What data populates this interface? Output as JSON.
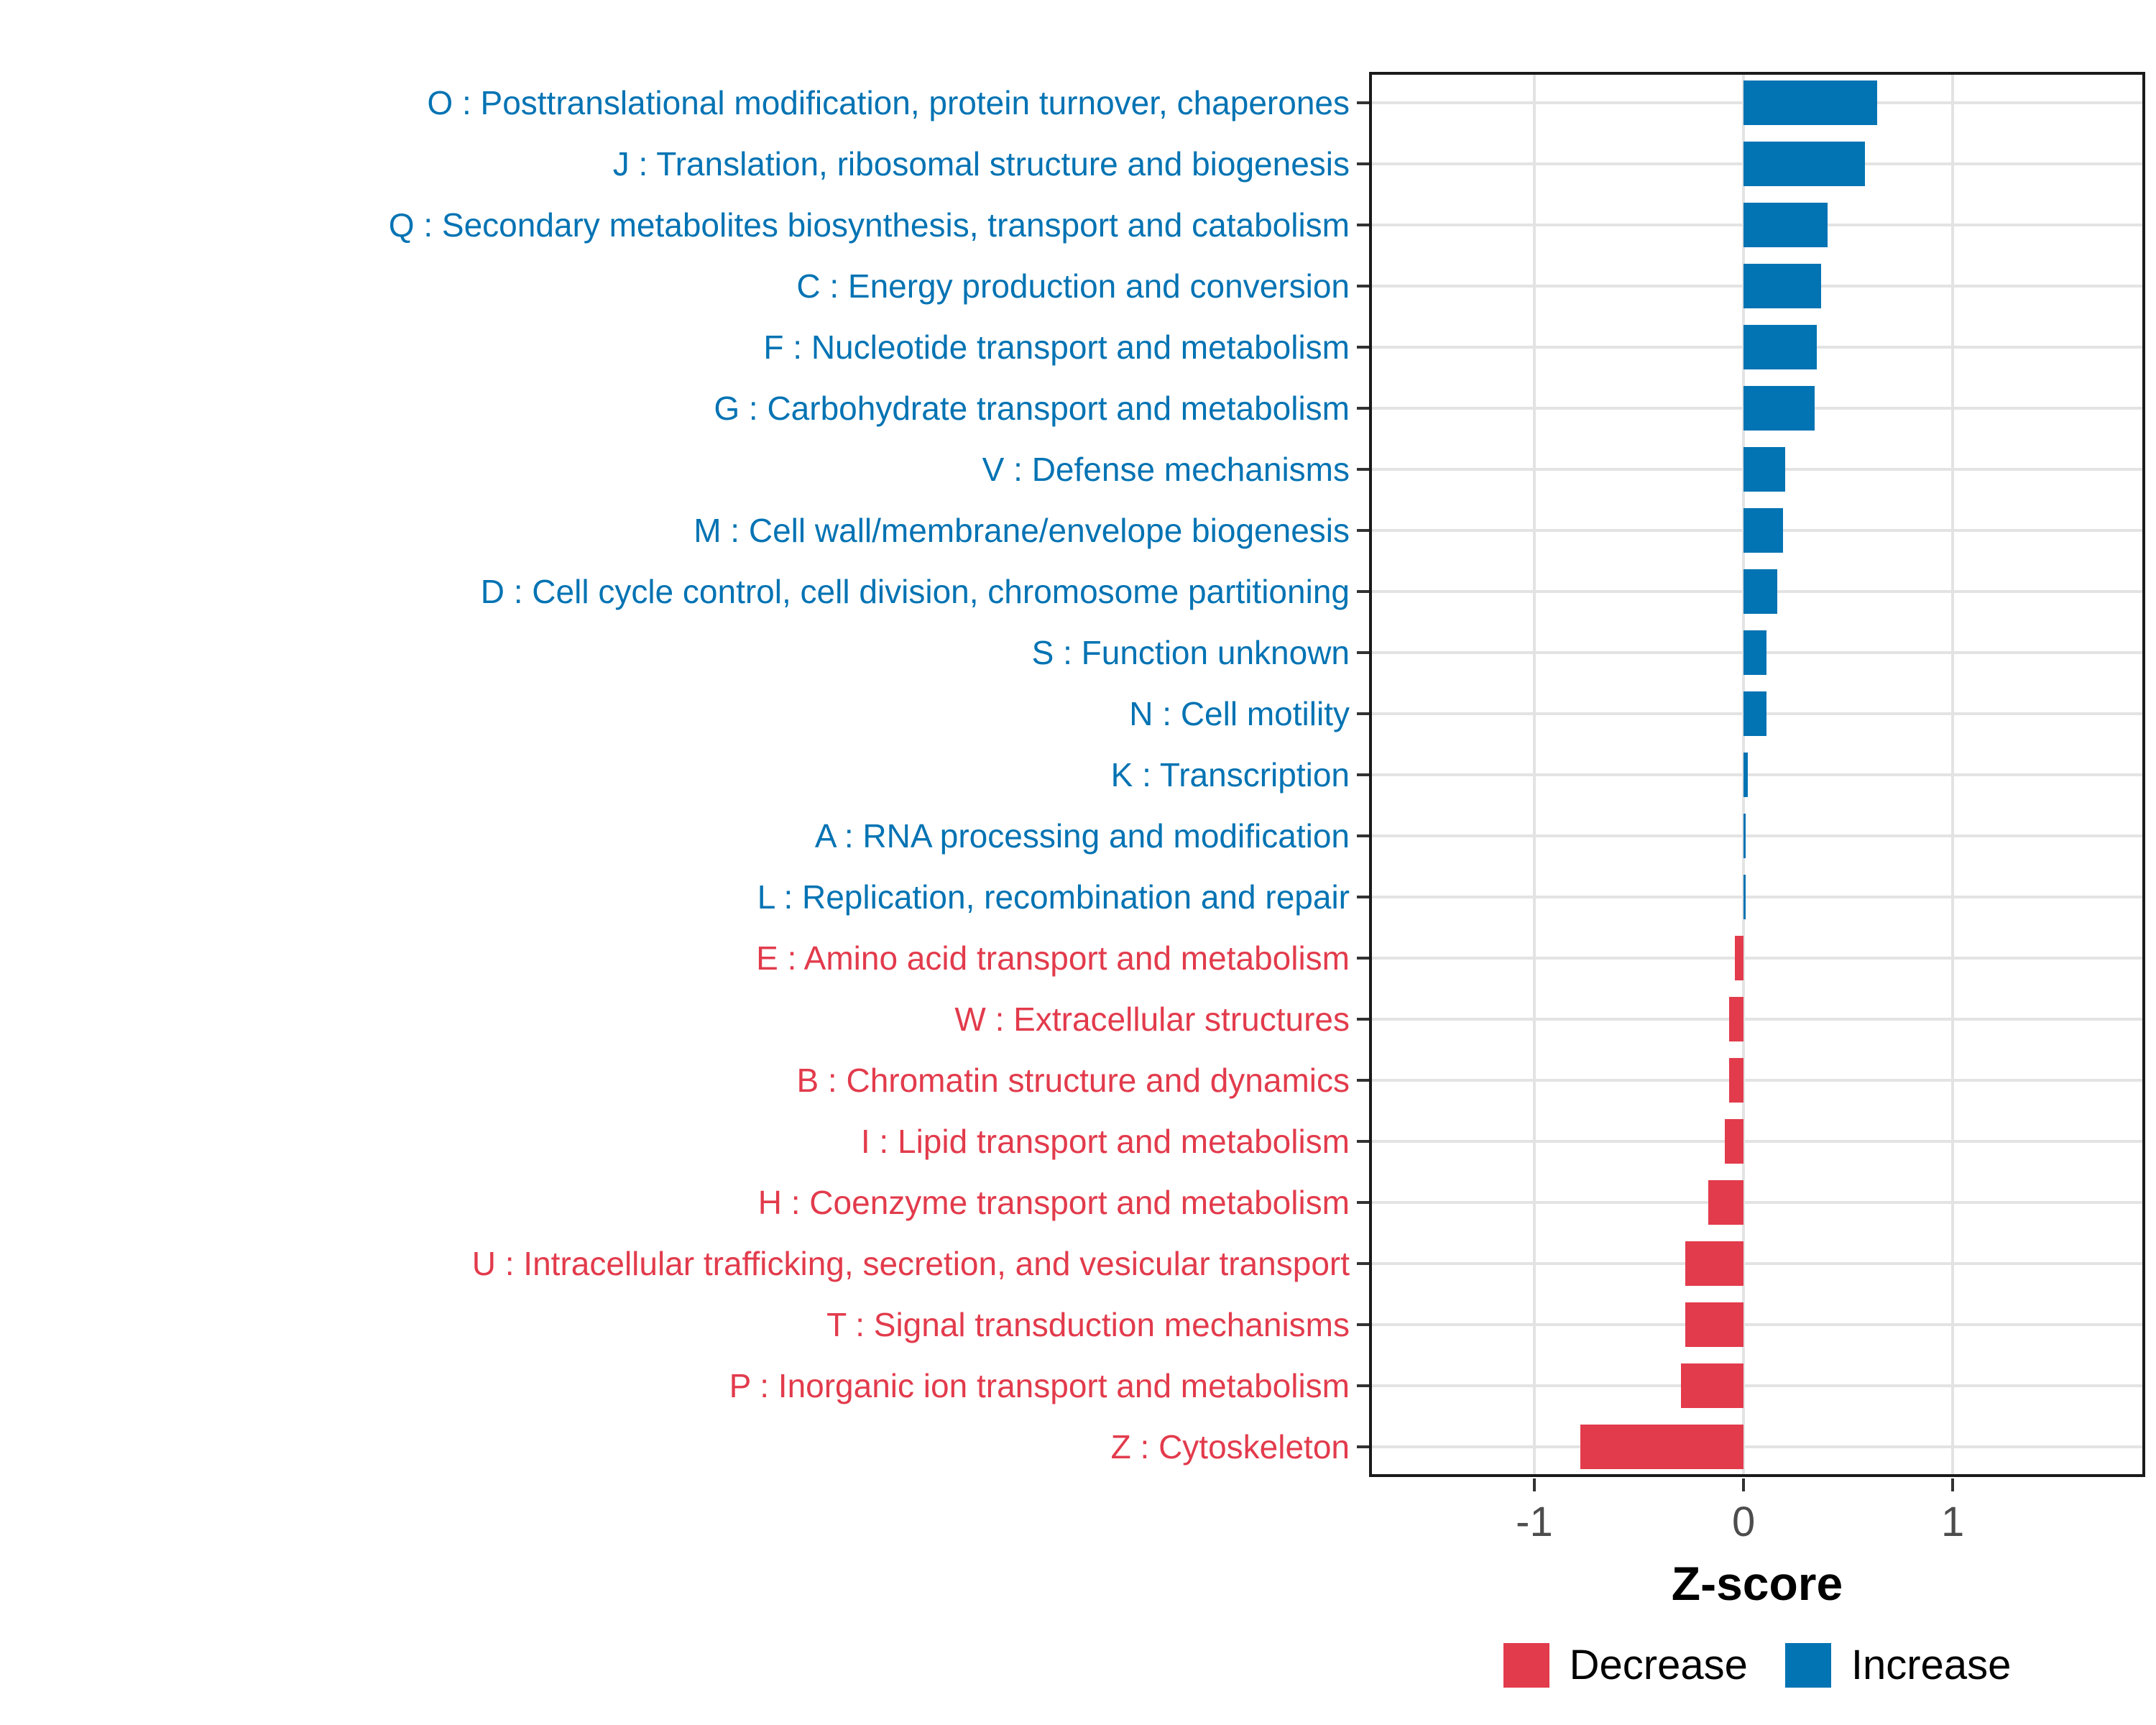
{
  "chart_data": {
    "type": "bar",
    "orientation": "horizontal",
    "title": "",
    "xlabel": "Z-score",
    "ylabel": "",
    "xlim": [
      -1.79,
      1.92
    ],
    "xticks": [
      -1,
      0,
      1
    ],
    "grid": true,
    "legend_position": "bottom",
    "bars": [
      {
        "label": "O : Posttranslational modification, protein turnover, chaperones",
        "value": 0.64,
        "group": "Increase"
      },
      {
        "label": "J : Translation, ribosomal structure and biogenesis",
        "value": 0.58,
        "group": "Increase"
      },
      {
        "label": "Q : Secondary metabolites biosynthesis, transport and catabolism",
        "value": 0.4,
        "group": "Increase"
      },
      {
        "label": "C : Energy production and conversion",
        "value": 0.37,
        "group": "Increase"
      },
      {
        "label": "F : Nucleotide transport and metabolism",
        "value": 0.35,
        "group": "Increase"
      },
      {
        "label": "G : Carbohydrate transport and metabolism",
        "value": 0.34,
        "group": "Increase"
      },
      {
        "label": "V : Defense mechanisms",
        "value": 0.2,
        "group": "Increase"
      },
      {
        "label": "M : Cell wall/membrane/envelope biogenesis",
        "value": 0.19,
        "group": "Increase"
      },
      {
        "label": "D : Cell cycle control, cell division, chromosome partitioning",
        "value": 0.16,
        "group": "Increase"
      },
      {
        "label": "S : Function unknown",
        "value": 0.11,
        "group": "Increase"
      },
      {
        "label": "N : Cell motility",
        "value": 0.11,
        "group": "Increase"
      },
      {
        "label": "K : Transcription",
        "value": 0.02,
        "group": "Increase"
      },
      {
        "label": "A : RNA processing and modification",
        "value": 0.008,
        "group": "Increase"
      },
      {
        "label": "L : Replication, recombination and repair",
        "value": 0.004,
        "group": "Increase"
      },
      {
        "label": "E : Amino acid transport and metabolism",
        "value": -0.04,
        "group": "Decrease"
      },
      {
        "label": "W : Extracellular structures",
        "value": -0.07,
        "group": "Decrease"
      },
      {
        "label": "B : Chromatin structure and dynamics",
        "value": -0.07,
        "group": "Decrease"
      },
      {
        "label": "I : Lipid transport and metabolism",
        "value": -0.09,
        "group": "Decrease"
      },
      {
        "label": "H : Coenzyme transport and metabolism",
        "value": -0.17,
        "group": "Decrease"
      },
      {
        "label": "U : Intracellular trafficking, secretion, and vesicular transport",
        "value": -0.28,
        "group": "Decrease"
      },
      {
        "label": "T : Signal transduction mechanisms",
        "value": -0.28,
        "group": "Decrease"
      },
      {
        "label": "P : Inorganic ion transport and metabolism",
        "value": -0.3,
        "group": "Decrease"
      },
      {
        "label": "Z : Cytoskeleton",
        "value": -0.78,
        "group": "Decrease"
      }
    ],
    "legend": {
      "entries": [
        {
          "label": "Decrease",
          "color": "#E23B4C"
        },
        {
          "label": "Increase",
          "color": "#0273B3"
        }
      ]
    }
  },
  "colors": {
    "increase": "#0273B3",
    "decrease": "#E23B4C",
    "grid": "#E3E3E3",
    "panel_border": "#1A1A1A",
    "tick": "#333333",
    "tick_label": "#4D4D4D",
    "background": "#FFFFFF"
  }
}
